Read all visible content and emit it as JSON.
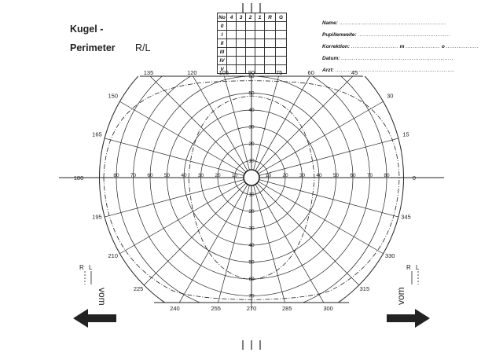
{
  "header": {
    "title_line1": "Kugel -",
    "title_line2": "Perimeter",
    "eye_label": "R/L"
  },
  "table": {
    "columns": [
      "No",
      "4",
      "3",
      "2",
      "1",
      "R",
      "G"
    ],
    "rows": [
      "0",
      "I",
      "II",
      "III",
      "IV",
      "V"
    ]
  },
  "form": {
    "name_label": "Name:",
    "name_dots": "...........................................................",
    "pupil_label": "Pupillenweite:",
    "pupil_dots": "...................................................",
    "korrektion_label": "Korrektion:",
    "korrektion_dots": "..........................",
    "korrektion_m": "m",
    "korrektion_dots2": "...................",
    "korrektion_o": "o",
    "korrektion_dots3": "..................",
    "datum_label": "Datum:",
    "datum_dots": "..............................................................",
    "arzt_label": "Arzt:",
    "arzt_dots": ".................................................................."
  },
  "chart": {
    "angle_labels": [
      "0",
      "15",
      "30",
      "45",
      "60",
      "75",
      "90",
      "105",
      "120",
      "135",
      "150",
      "165",
      "180",
      "195",
      "210",
      "225",
      "240",
      "255",
      "270",
      "285",
      "300",
      "315",
      "330",
      "345"
    ],
    "horizontal_ticks": [
      "10",
      "20",
      "30",
      "40",
      "50",
      "60",
      "70",
      "80"
    ],
    "vertical_ticks_top": [
      "10",
      "20",
      "30",
      "40",
      "50",
      "60"
    ],
    "vertical_ticks_bottom": [
      "10",
      "20",
      "30",
      "40",
      "50",
      "60",
      "70"
    ]
  },
  "bottom": {
    "left_rl_r": "R",
    "left_rl_l": "L",
    "left_word": "vom",
    "right_rl_r": "R",
    "right_rl_l": "L",
    "right_word": "vom"
  },
  "colors": {
    "ink": "#222222",
    "paper": "#ffffff"
  }
}
